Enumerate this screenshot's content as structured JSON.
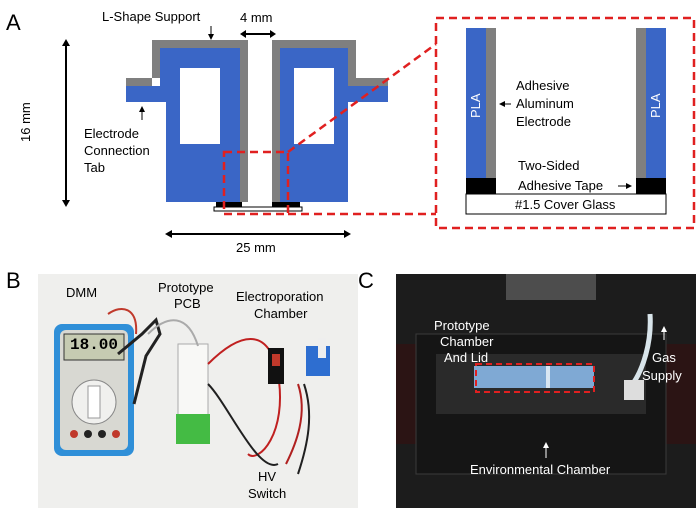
{
  "panels": {
    "a": {
      "letter": "A",
      "labels": {
        "l_support": "L-Shape Support",
        "gap": "4 mm",
        "height": "16 mm",
        "width": "25 mm",
        "tab_1": "Electrode",
        "tab_2": "Connection",
        "tab_3": "Tab"
      },
      "inset": {
        "pla_left": "PLA",
        "pla_right": "PLA",
        "electrode_1": "Adhesive",
        "electrode_2": "Aluminum",
        "electrode_3": "Electrode",
        "tape_1": "Two-Sided",
        "tape_2": "Adhesive Tape",
        "cover": "#1.5 Cover Glass"
      },
      "colors": {
        "pla": "#3a66c6",
        "support": "#7f7f7f",
        "highlight": "#e02020"
      }
    },
    "b": {
      "letter": "B",
      "labels": {
        "dmm": "DMM",
        "pcb_1": "Prototype",
        "pcb_2": "PCB",
        "chamber_1": "Electroporation",
        "chamber_2": "Chamber",
        "hv_1": "HV",
        "hv_2": "Switch",
        "dmm_reading": "18.00"
      }
    },
    "c": {
      "letter": "C",
      "labels": {
        "proto_1": "Prototype",
        "proto_2": "Chamber",
        "proto_3": "And Lid",
        "gas_1": "Gas",
        "gas_2": "Supply",
        "env": "Environmental Chamber"
      }
    }
  }
}
